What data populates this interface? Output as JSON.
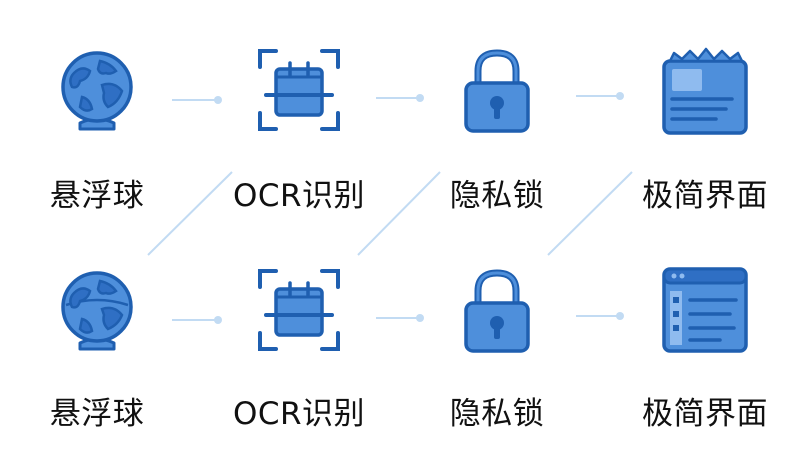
{
  "colors": {
    "icon_fill": "#4e8fdb",
    "icon_stroke": "#1f5fb0",
    "icon_light": "#8fbbef",
    "connector": "#c2dbf3",
    "label_text": "#111111"
  },
  "rows": [
    {
      "items": [
        {
          "label": "悬浮球",
          "icon": "globe-icon"
        },
        {
          "label": "OCR识别",
          "icon": "scan-icon"
        },
        {
          "label": "隐私锁",
          "icon": "lock-icon"
        },
        {
          "label": "极简界面",
          "icon": "document-window-icon"
        }
      ]
    },
    {
      "items": [
        {
          "label": "悬浮球",
          "icon": "globe-icon"
        },
        {
          "label": "OCR识别",
          "icon": "scan-icon"
        },
        {
          "label": "隐私锁",
          "icon": "lock-icon"
        },
        {
          "label": "极简界面",
          "icon": "list-window-icon"
        }
      ]
    }
  ]
}
